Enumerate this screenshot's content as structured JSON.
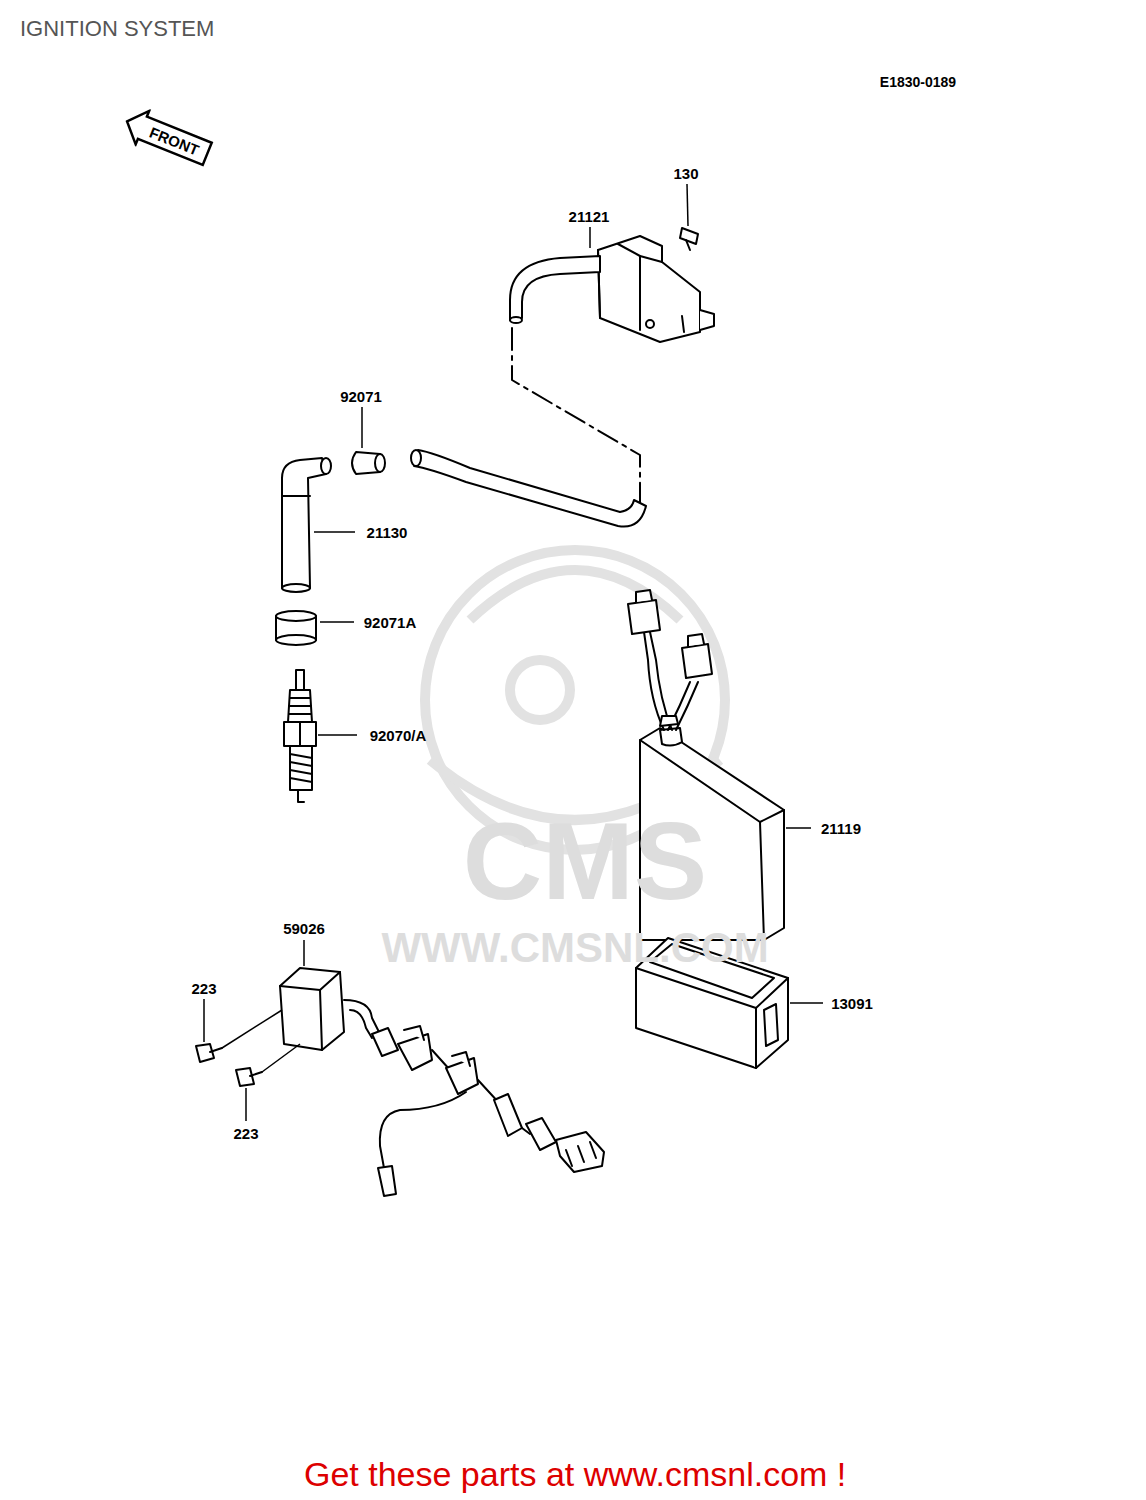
{
  "diagram": {
    "title": "IGNITION SYSTEM",
    "caption": "Get these parts at www.cmsnl.com !",
    "nodes": [
      {
        "text": [
          "FRONT"
        ]
      }
    ],
    "labels": [
      "E1830-0189",
      "130",
      "21121",
      "92071",
      "21130",
      "92071A",
      "92070/A",
      "21119",
      "59026",
      "CMS",
      "WWW.CMSNL.COM",
      "223",
      "13091",
      "223"
    ]
  }
}
